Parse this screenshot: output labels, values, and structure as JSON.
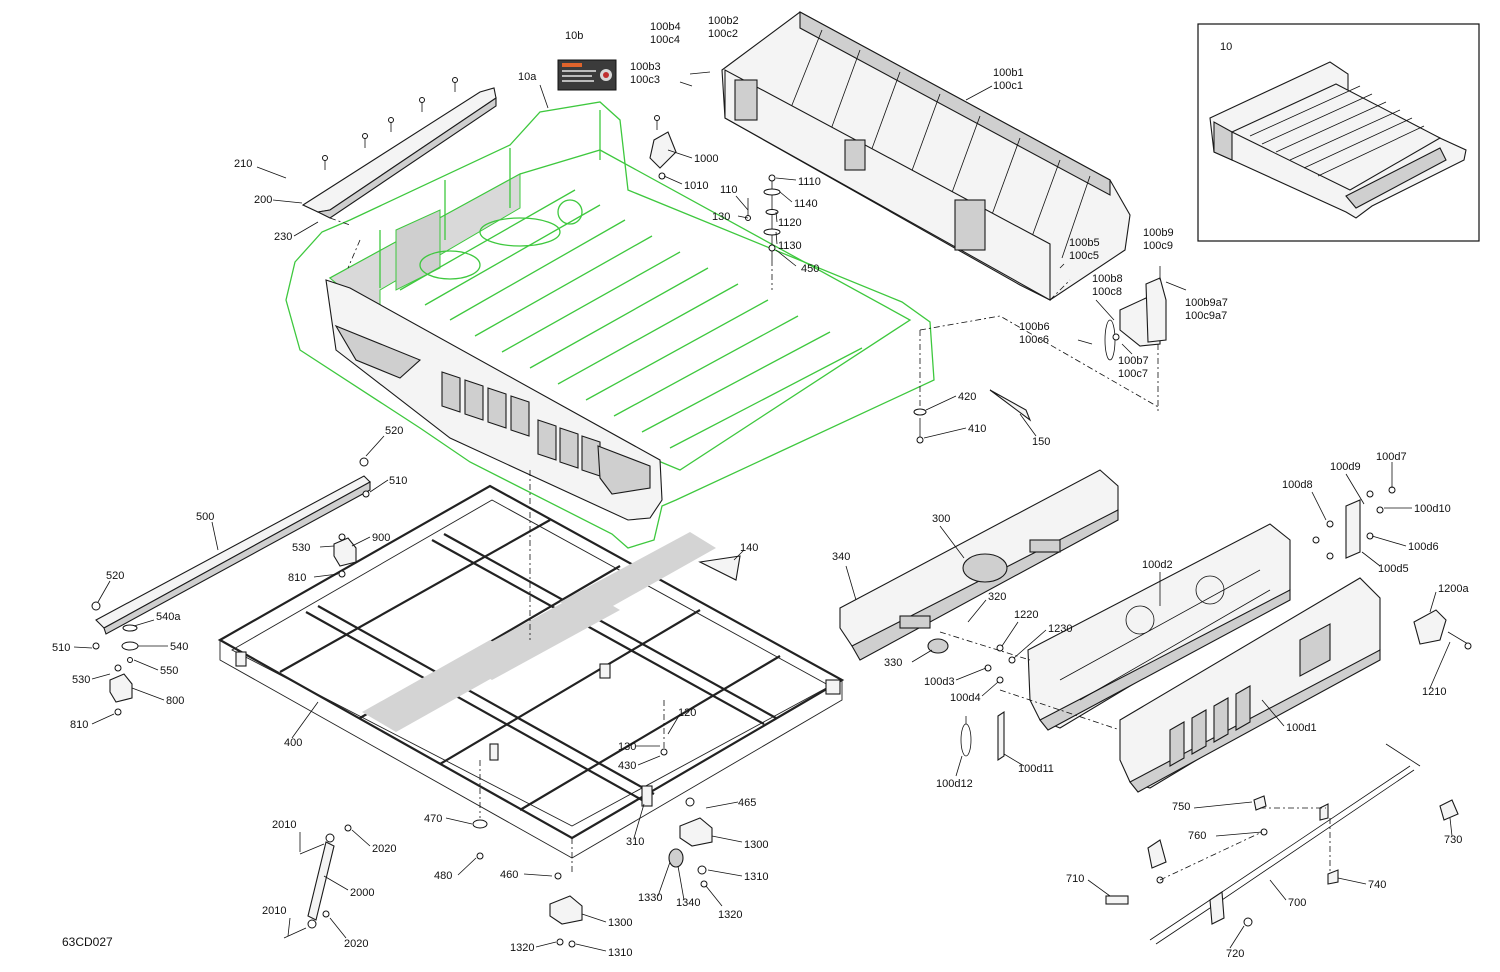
{
  "diagram": {
    "code": "63CD027",
    "inset_label": "10",
    "decal_label": "10b",
    "part_labels": [
      {
        "id": "10a",
        "text": "10a"
      },
      {
        "id": "10b4_10c4",
        "text": "100b4\n100c4"
      },
      {
        "id": "10b2_10c2",
        "text": "100b2\n100c2"
      },
      {
        "id": "10b3_10c3",
        "text": "100b3\n100c3"
      },
      {
        "id": "100b1_100c1",
        "text": "100b1\n100c1"
      },
      {
        "id": "100b5_100c5",
        "text": "100b5\n100c5"
      },
      {
        "id": "100b9_100c9",
        "text": "100b9\n100c9"
      },
      {
        "id": "100b8_100c8",
        "text": "100b8\n100c8"
      },
      {
        "id": "100b9a7_100c9a7",
        "text": "100b9a7\n100c9a7"
      },
      {
        "id": "100b6_100c6",
        "text": "100b6\n100c6"
      },
      {
        "id": "100b7_100c7",
        "text": "100b7\n100c7"
      },
      {
        "id": "1000",
        "text": "1000"
      },
      {
        "id": "1010",
        "text": "1010"
      },
      {
        "id": "110",
        "text": "110"
      },
      {
        "id": "1110",
        "text": "1110"
      },
      {
        "id": "1140",
        "text": "1140"
      },
      {
        "id": "130a",
        "text": "130"
      },
      {
        "id": "1120",
        "text": "1120"
      },
      {
        "id": "1130",
        "text": "1130"
      },
      {
        "id": "450",
        "text": "450"
      },
      {
        "id": "210",
        "text": "210"
      },
      {
        "id": "200",
        "text": "200"
      },
      {
        "id": "230",
        "text": "230"
      },
      {
        "id": "420",
        "text": "420"
      },
      {
        "id": "410",
        "text": "410"
      },
      {
        "id": "150",
        "text": "150"
      },
      {
        "id": "520a",
        "text": "520"
      },
      {
        "id": "510a",
        "text": "510"
      },
      {
        "id": "500",
        "text": "500"
      },
      {
        "id": "530a",
        "text": "530"
      },
      {
        "id": "900",
        "text": "900"
      },
      {
        "id": "810a",
        "text": "810"
      },
      {
        "id": "520b",
        "text": "520"
      },
      {
        "id": "540a",
        "text": "540a"
      },
      {
        "id": "540",
        "text": "540"
      },
      {
        "id": "510b",
        "text": "510"
      },
      {
        "id": "550",
        "text": "550"
      },
      {
        "id": "530b",
        "text": "530"
      },
      {
        "id": "800",
        "text": "800"
      },
      {
        "id": "810b",
        "text": "810"
      },
      {
        "id": "140",
        "text": "140"
      },
      {
        "id": "400",
        "text": "400"
      },
      {
        "id": "120",
        "text": "120"
      },
      {
        "id": "130b",
        "text": "130"
      },
      {
        "id": "430",
        "text": "430"
      },
      {
        "id": "465",
        "text": "465"
      },
      {
        "id": "470",
        "text": "470"
      },
      {
        "id": "310",
        "text": "310"
      },
      {
        "id": "1300a",
        "text": "1300"
      },
      {
        "id": "480",
        "text": "480"
      },
      {
        "id": "460",
        "text": "460"
      },
      {
        "id": "1310a",
        "text": "1310"
      },
      {
        "id": "1330",
        "text": "1330"
      },
      {
        "id": "1340",
        "text": "1340"
      },
      {
        "id": "1320a",
        "text": "1320"
      },
      {
        "id": "1300b",
        "text": "1300"
      },
      {
        "id": "1320b",
        "text": "1320"
      },
      {
        "id": "1310b",
        "text": "1310"
      },
      {
        "id": "2010a",
        "text": "2010"
      },
      {
        "id": "2020a",
        "text": "2020"
      },
      {
        "id": "2000",
        "text": "2000"
      },
      {
        "id": "2010b",
        "text": "2010"
      },
      {
        "id": "2020b",
        "text": "2020"
      },
      {
        "id": "300",
        "text": "300"
      },
      {
        "id": "340",
        "text": "340"
      },
      {
        "id": "320",
        "text": "320"
      },
      {
        "id": "330",
        "text": "330"
      },
      {
        "id": "1220",
        "text": "1220"
      },
      {
        "id": "1230",
        "text": "1230"
      },
      {
        "id": "100d3",
        "text": "100d3"
      },
      {
        "id": "100d4",
        "text": "100d4"
      },
      {
        "id": "100d12",
        "text": "100d12"
      },
      {
        "id": "100d11",
        "text": "100d11"
      },
      {
        "id": "100d2",
        "text": "100d2"
      },
      {
        "id": "100d1",
        "text": "100d1"
      },
      {
        "id": "100d8",
        "text": "100d8"
      },
      {
        "id": "100d9",
        "text": "100d9"
      },
      {
        "id": "100d7",
        "text": "100d7"
      },
      {
        "id": "100d10",
        "text": "100d10"
      },
      {
        "id": "100d6",
        "text": "100d6"
      },
      {
        "id": "100d5",
        "text": "100d5"
      },
      {
        "id": "1200a",
        "text": "1200a"
      },
      {
        "id": "1210",
        "text": "1210"
      },
      {
        "id": "750",
        "text": "750"
      },
      {
        "id": "760",
        "text": "760"
      },
      {
        "id": "730",
        "text": "730"
      },
      {
        "id": "710",
        "text": "710"
      },
      {
        "id": "700",
        "text": "700"
      },
      {
        "id": "740",
        "text": "740"
      },
      {
        "id": "720",
        "text": "720"
      }
    ]
  }
}
